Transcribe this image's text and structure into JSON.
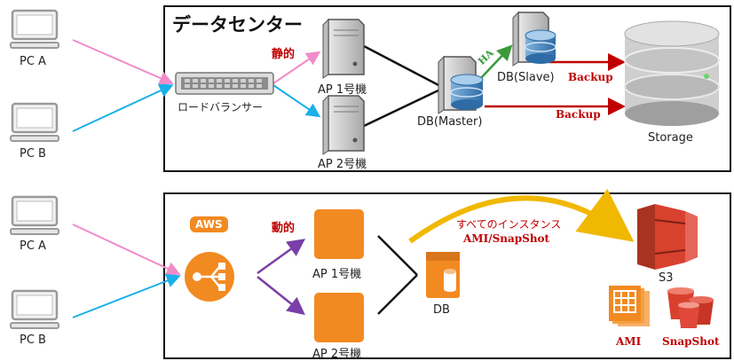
{
  "top": {
    "title": "データセンター",
    "pc_a": "PC A",
    "pc_b": "PC B",
    "lb_label": "ロードバランサー",
    "static_label": "静的",
    "ap1": "AP 1号機",
    "ap2": "AP 2号機",
    "db_master": "DB(Master)",
    "db_slave": "DB(Slave)",
    "ha": "HA",
    "backup1": "Backup",
    "backup2": "Backup",
    "storage": "Storage"
  },
  "bottom": {
    "pc_a": "PC A",
    "pc_b": "PC B",
    "aws_tag": "AWS",
    "dynamic_label": "動的",
    "ap1": "AP 1号機",
    "ap2": "AP 2号機",
    "db": "DB",
    "snapshot_caption_1": "すべてのインスタンス",
    "snapshot_caption_2": "AMI/SnapShot",
    "s3": "S3",
    "ami": "AMI",
    "snapshot": "SnapShot"
  },
  "colors": {
    "pink_line": "#f08cc8",
    "cyan_line": "#1ab0e8",
    "purple_line": "#7a3fa8",
    "red_arrow": "#c00000",
    "green_arrow": "#3a9a3a",
    "aws_orange": "#f28a22",
    "aws_red": "#d9412f",
    "yellow_arc": "#f0b800"
  },
  "icons": [
    "pc-icon",
    "load-balancer-icon",
    "server-icon",
    "database-icon",
    "storage-icon",
    "elb-icon",
    "ec2-icon",
    "s3-icon",
    "ami-icon",
    "snapshot-icon"
  ]
}
